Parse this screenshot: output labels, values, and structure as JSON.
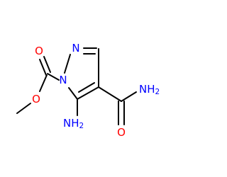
{
  "molecule": {
    "atoms": {
      "ring_n1": {
        "text": "N",
        "color": "#0000ff"
      },
      "ring_n2": {
        "text": "N",
        "color": "#0000ff"
      },
      "ester_o_dbl": {
        "text": "O",
        "color": "#ff0000"
      },
      "ester_o_single": {
        "text": "O",
        "color": "#ff0000"
      },
      "amide_o": {
        "text": "O",
        "color": "#ff0000"
      },
      "amine": {
        "text": "NH",
        "sub": "2",
        "color": "#0000ff"
      },
      "amide_n": {
        "text": "NH",
        "sub": "2",
        "color": "#0000ff"
      }
    },
    "bond_color": "#000000"
  }
}
